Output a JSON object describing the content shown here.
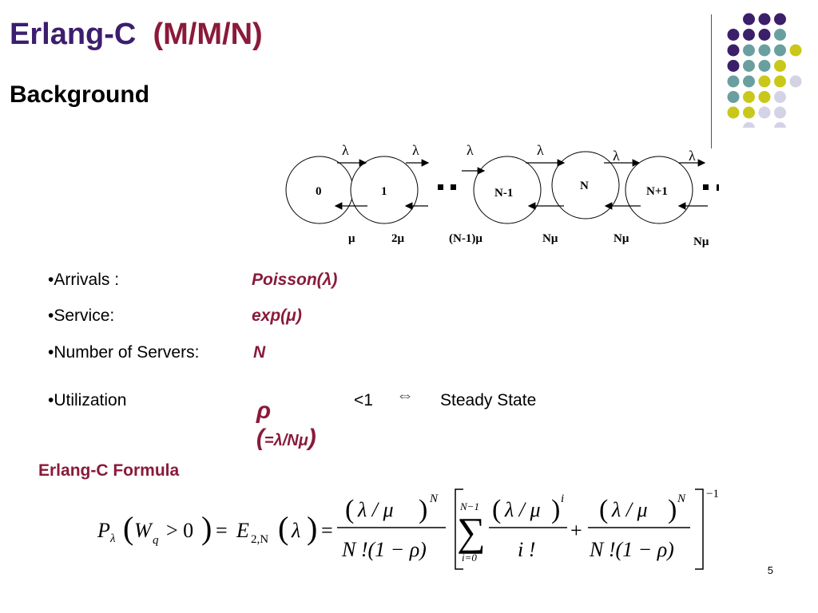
{
  "title": {
    "part1": "Erlang-C",
    "part2": "(M/M/N)"
  },
  "subtitle": "Background",
  "diagram": {
    "states": [
      "0",
      "1",
      "N-1",
      "N",
      "N+1"
    ],
    "arrival_labels": [
      "λ",
      "λ",
      "λ",
      "λ",
      "λ",
      "λ"
    ],
    "service_labels": [
      "μ",
      "2μ",
      "(N-1)μ",
      "Nμ",
      "Nμ",
      "Nμ"
    ]
  },
  "bullets": [
    {
      "label": "•Arrivals :",
      "value": "Poisson(λ)"
    },
    {
      "label": "•Service:",
      "value": "exp(μ)"
    },
    {
      "label": "•Number of Servers:",
      "value": "N"
    }
  ],
  "utilization": {
    "label": "•Utilization",
    "rho": "ρ",
    "open": "(",
    "expr": "=λ/Nμ",
    "close": ")",
    "cond": "<1",
    "iff": "⇔",
    "result": "Steady State"
  },
  "formula_heading": "Erlang-C Formula",
  "formula": {
    "lhs_P": "P",
    "lhs_P_sub": "λ",
    "lhs_W": "W",
    "lhs_W_sub": "q",
    "gt": "> 0",
    "eq1": "=",
    "E": "E",
    "E_sub": "2,N",
    "E_arg": "λ",
    "eq2": "=",
    "num": "λ / μ",
    "exp_N": "N",
    "den": "N !(1 − ρ)",
    "sum": "∑",
    "sum_top": "N−1",
    "sum_bottom": "i=0",
    "sum_num": "λ / μ",
    "sum_exp": "i",
    "sum_den": "i !",
    "plus": "+",
    "inv_exp": "−1"
  },
  "slide_number": "5",
  "decor_colors": {
    "purple": "#3b1f6b",
    "teal": "#6a9fa0",
    "yellow": "#c9c81a",
    "lavender": "#d4d3e6"
  }
}
